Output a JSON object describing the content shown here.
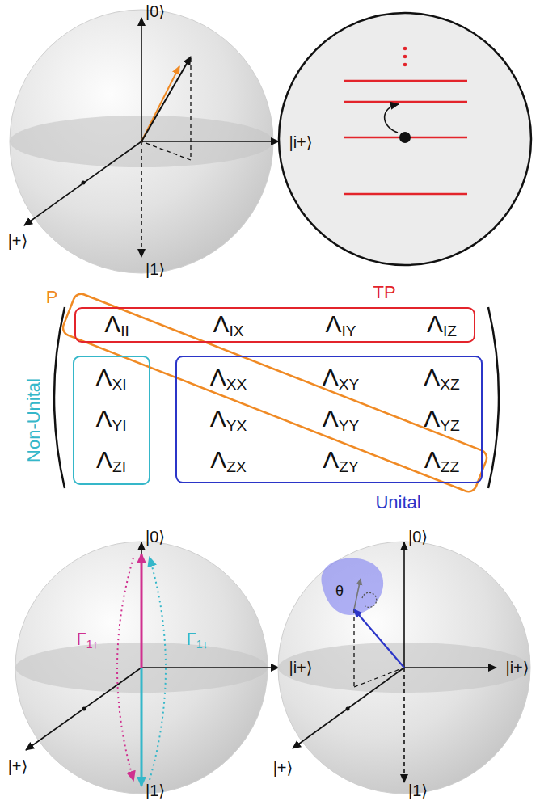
{
  "diagram": {
    "nodes": [
      {
        "text": [
          "TP",
          "ΛII",
          "ΛIX",
          "ΛIY",
          "ΛIZ"
        ]
      },
      {
        "text": [
          "Non-Unital",
          "ΛXI",
          "ΛYI",
          "ΛZI"
        ]
      },
      {
        "text": [
          "Unital",
          "ΛXX",
          "ΛXY",
          "ΛXZ",
          "ΛYX",
          "ΛYY",
          "ΛYZ",
          "ΛZX",
          "ΛZY",
          "ΛZZ"
        ]
      }
    ],
    "labels": [
      "|0⟩",
      "|i+⟩",
      "|+⟩",
      "|1⟩",
      "P",
      "Γ1↑",
      "Γ1↓",
      "|0⟩",
      "|i+⟩",
      "|+⟩",
      "|1⟩",
      "θ",
      "|0⟩",
      "|i+⟩",
      "|+⟩",
      "|1⟩"
    ]
  }
}
